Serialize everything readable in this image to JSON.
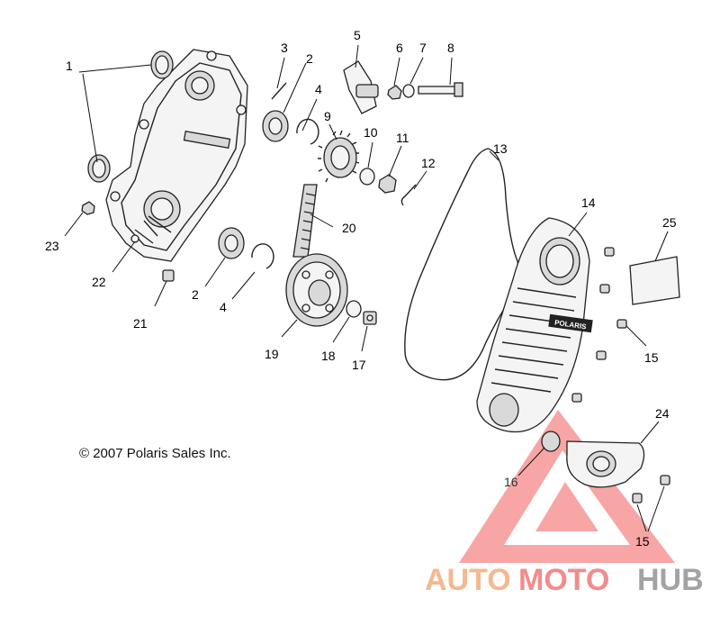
{
  "diagram": {
    "callouts": [
      "1",
      "2",
      "3",
      "4",
      "5",
      "6",
      "7",
      "8",
      "9",
      "10",
      "11",
      "12",
      "13",
      "14",
      "15",
      "16",
      "17",
      "18",
      "19",
      "20",
      "21",
      "22",
      "23",
      "24",
      "25",
      "2",
      "4",
      "15"
    ],
    "copyright": "© 2007 Polaris Sales Inc.",
    "cover_badge": "POLARIS"
  },
  "watermark": {
    "part1": "AUTO",
    "part2": "MOTO",
    "part3": "HUB",
    "colors": {
      "auto": "#f4b183",
      "moto": "#f08080",
      "hub": "#9a9a9a",
      "triangle": "#f05050"
    }
  }
}
